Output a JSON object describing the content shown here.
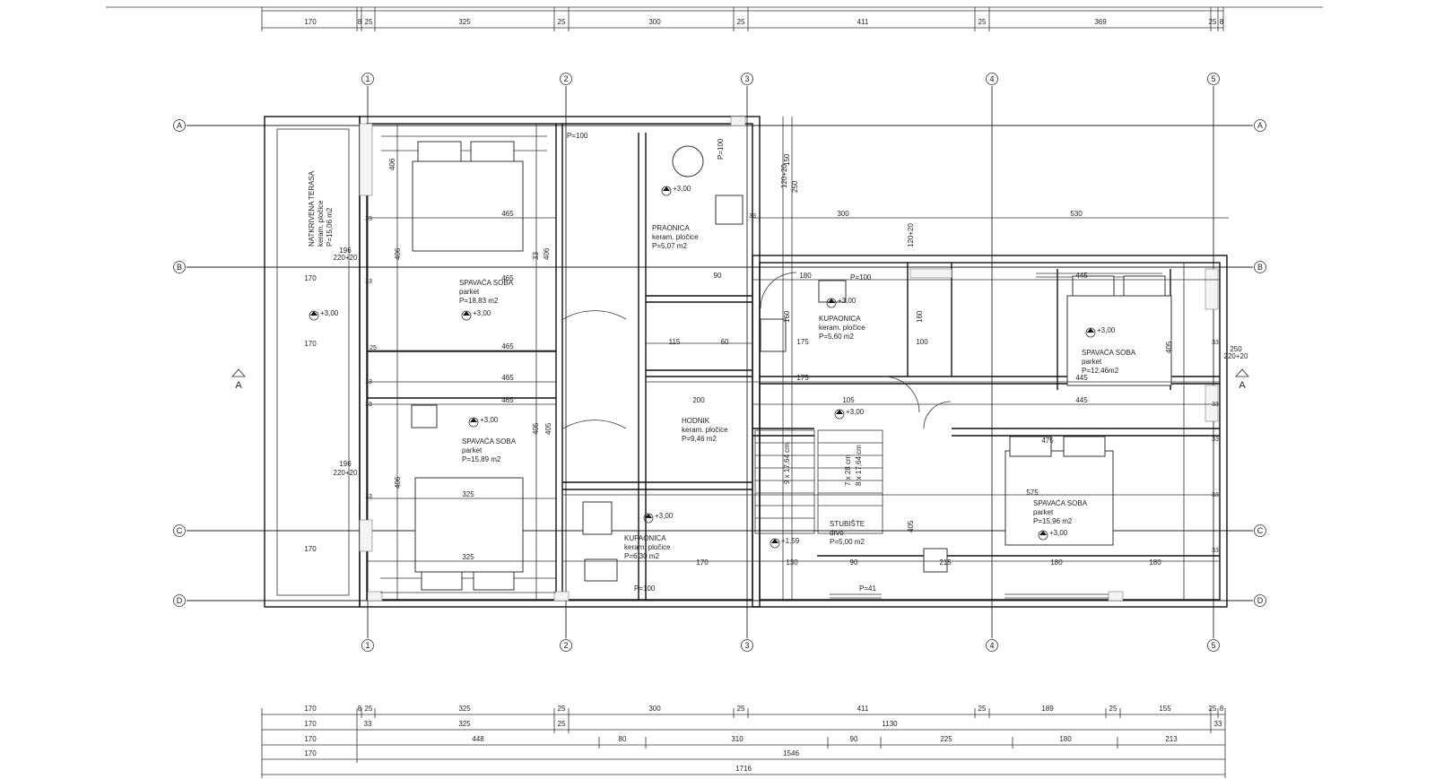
{
  "axes": {
    "columns": [
      "1",
      "2",
      "3",
      "4",
      "5"
    ],
    "rows": [
      "A",
      "B",
      "C",
      "D"
    ],
    "section_mark": "A"
  },
  "dims_top": {
    "row1": [
      "170",
      "8",
      "25",
      "325",
      "25",
      "300",
      "25",
      "411",
      "25",
      "369",
      "25",
      "8"
    ]
  },
  "dims_bottom": {
    "row1": [
      "170",
      "8",
      "25",
      "325",
      "25",
      "300",
      "25",
      "411",
      "25",
      "189",
      "25",
      "155",
      "25",
      "8"
    ],
    "row2": [
      "170",
      "33",
      "325",
      "25",
      "1130",
      "33"
    ],
    "row3": [
      "170",
      "448",
      "80",
      "310",
      "90",
      "225",
      "180",
      "213"
    ],
    "row4": [
      "170",
      "1546"
    ],
    "row5": [
      "1716"
    ]
  },
  "rooms": [
    {
      "name": "NATKRIVENA TERASA",
      "finish": "keram. pločice",
      "area": "P=15,06 m2"
    },
    {
      "name": "SPAVAĆA SOBA",
      "finish": "parket",
      "area": "P=18,83 m2"
    },
    {
      "name": "PRAONICA",
      "finish": "keram. pločice",
      "area": "P=5,07 m2"
    },
    {
      "name": "KUPAONICA",
      "finish": "keram. pločice",
      "area": "P=5,60 m2"
    },
    {
      "name": "SPAVAĆA SOBA",
      "finish": "parket",
      "area": "P=12,46m2"
    },
    {
      "name": "SPAVAĆA SOBA",
      "finish": "parket",
      "area": "P=15,89 m2"
    },
    {
      "name": "HODNIK",
      "finish": "keram. pločice",
      "area": "P=9,46 m2"
    },
    {
      "name": "KUPAONICA",
      "finish": "keram. pločice",
      "area": "P=6,30 m2"
    },
    {
      "name": "STUBIŠTE",
      "finish": "drvo",
      "area": "P=5,00 m2"
    },
    {
      "name": "SPAVAĆA SOBA",
      "finish": "parket",
      "area": "P=15,96 m2"
    }
  ],
  "levels": [
    "+3,00",
    "+3,00",
    "+3,00",
    "+3,00",
    "+3,00",
    "+3,00",
    "+3,00",
    "+3,00",
    "+3,00",
    "+1,59"
  ],
  "openings": [
    "P=100",
    "P=100",
    "P=100",
    "P=100",
    "P=41"
  ],
  "inner_dims": [
    "465",
    "465",
    "465",
    "465",
    "465",
    "445",
    "445",
    "445",
    "300",
    "530",
    "175",
    "180",
    "175",
    "200",
    "105",
    "325",
    "325",
    "115",
    "90",
    "60",
    "100",
    "170",
    "130",
    "90",
    "215",
    "180",
    "180",
    "575",
    "475",
    "196",
    "405",
    "406",
    "33",
    "25",
    "220+20",
    "196",
    "120+20",
    "150",
    "250",
    "160"
  ],
  "stairs": [
    "9 x 17,64 cm",
    "7 x 28 cm",
    "8 x 17,64 cm"
  ]
}
